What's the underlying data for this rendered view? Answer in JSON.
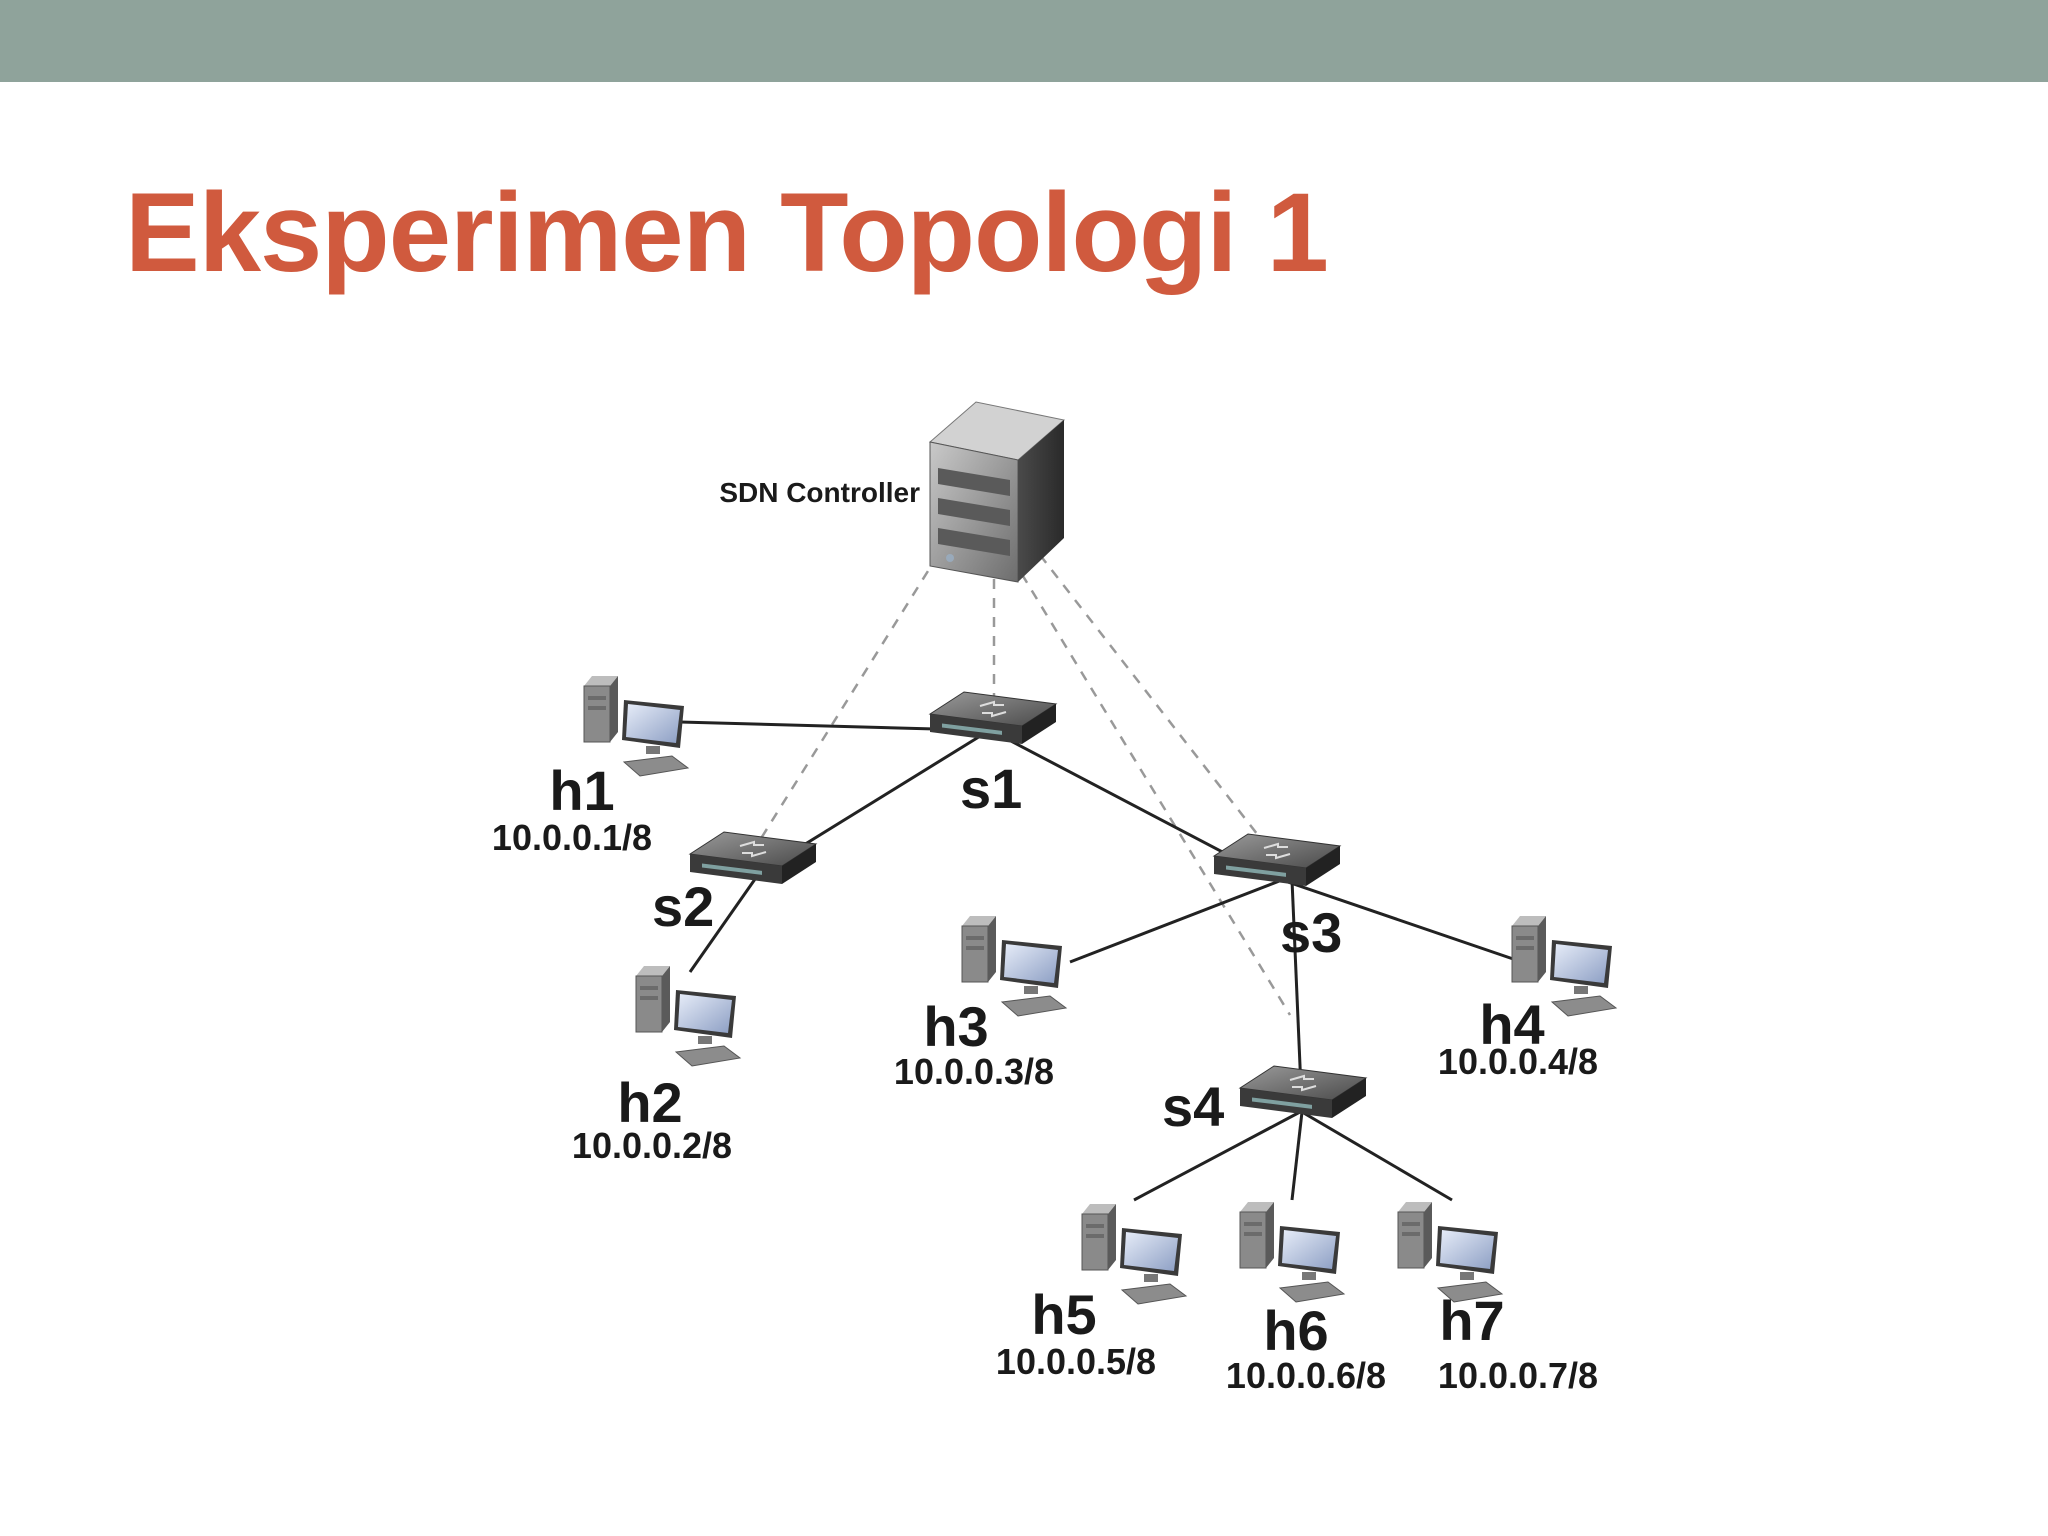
{
  "slide": {
    "title": "Eksperimen Topologi 1",
    "accent_color": "#d05a3e",
    "bar_color": "#8fa39b"
  },
  "diagram": {
    "controller": {
      "label": "SDN Controller",
      "icon": "server-tower-icon"
    },
    "switches": [
      {
        "id": "s1",
        "label": "s1",
        "icon": "network-switch-icon"
      },
      {
        "id": "s2",
        "label": "s2",
        "icon": "network-switch-icon"
      },
      {
        "id": "s3",
        "label": "s3",
        "icon": "network-switch-icon"
      },
      {
        "id": "s4",
        "label": "s4",
        "icon": "network-switch-icon"
      }
    ],
    "hosts": [
      {
        "id": "h1",
        "label": "h1",
        "ip": "10.0.0.1/8",
        "icon": "desktop-computer-icon"
      },
      {
        "id": "h2",
        "label": "h2",
        "ip": "10.0.0.2/8",
        "icon": "desktop-computer-icon"
      },
      {
        "id": "h3",
        "label": "h3",
        "ip": "10.0.0.3/8",
        "icon": "desktop-computer-icon"
      },
      {
        "id": "h4",
        "label": "h4",
        "ip": "10.0.0.4/8",
        "icon": "desktop-computer-icon"
      },
      {
        "id": "h5",
        "label": "h5",
        "ip": "10.0.0.5/8",
        "icon": "desktop-computer-icon"
      },
      {
        "id": "h6",
        "label": "h6",
        "ip": "10.0.0.6/8",
        "icon": "desktop-computer-icon"
      },
      {
        "id": "h7",
        "label": "h7",
        "ip": "10.0.0.7/8",
        "icon": "desktop-computer-icon"
      }
    ],
    "links": [
      [
        "h1",
        "s1"
      ],
      [
        "s1",
        "s2"
      ],
      [
        "s1",
        "s3"
      ],
      [
        "s2",
        "h2"
      ],
      [
        "s3",
        "h3"
      ],
      [
        "s3",
        "h4"
      ],
      [
        "s3",
        "s4"
      ],
      [
        "s4",
        "h5"
      ],
      [
        "s4",
        "h6"
      ],
      [
        "s4",
        "h7"
      ]
    ],
    "controller_links": [
      "s1",
      "s2",
      "s3",
      "s4"
    ]
  }
}
